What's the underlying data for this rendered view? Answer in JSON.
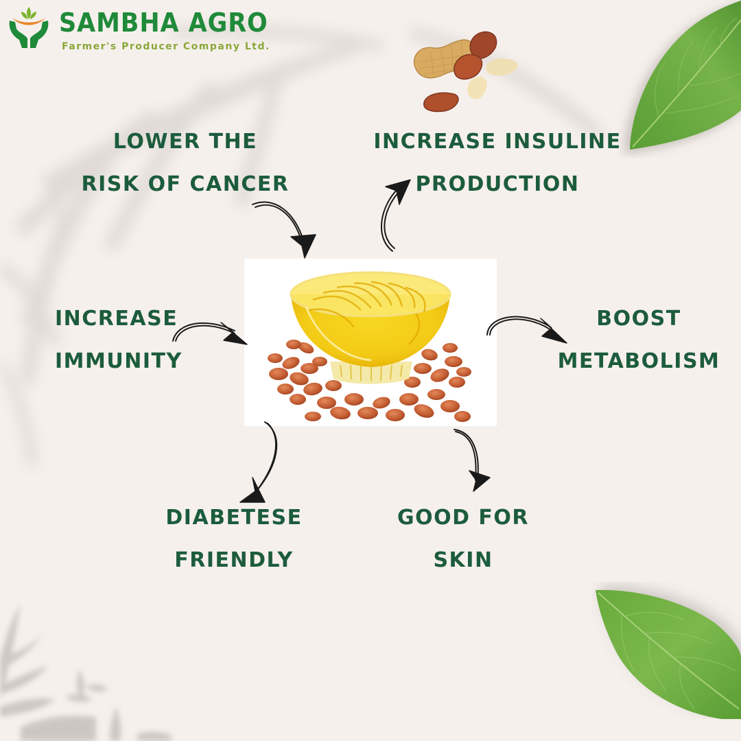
{
  "brand": {
    "name": "SAMBHA AGRO",
    "tagline": "Farmer's Producer Company Ltd.",
    "primary_color": "#1f8a3a",
    "tagline_color": "#8aa83a",
    "accent_color": "#e8852a"
  },
  "benefit_text_color": "#1c5c3c",
  "background_color": "#f6f0ec",
  "center_image": {
    "icon": "groundnut-oil-bowl-image",
    "description": "Glass bowl of groundnut oil surrounded by red-skinned peanuts"
  },
  "benefits": [
    {
      "id": "cancer",
      "lines": [
        "LOWER THE",
        "RISK OF CANCER"
      ]
    },
    {
      "id": "insulin",
      "lines": [
        "INCREASE INSULINE",
        "PRODUCTION"
      ]
    },
    {
      "id": "immunity",
      "lines": [
        "INCREASE",
        "IMMUNITY"
      ]
    },
    {
      "id": "metabolism",
      "lines": [
        "BOOST",
        "METABOLISM"
      ]
    },
    {
      "id": "diabetes",
      "lines": [
        "DIABETESE",
        "FRIENDLY"
      ]
    },
    {
      "id": "skin",
      "lines": [
        "GOOD FOR",
        "SKIN"
      ]
    }
  ],
  "decorations": [
    "peanuts-illustration",
    "green-leaf-top-right",
    "green-leaf-bottom-right",
    "palm-shadow-top-left",
    "plant-shadow-bottom-left"
  ]
}
